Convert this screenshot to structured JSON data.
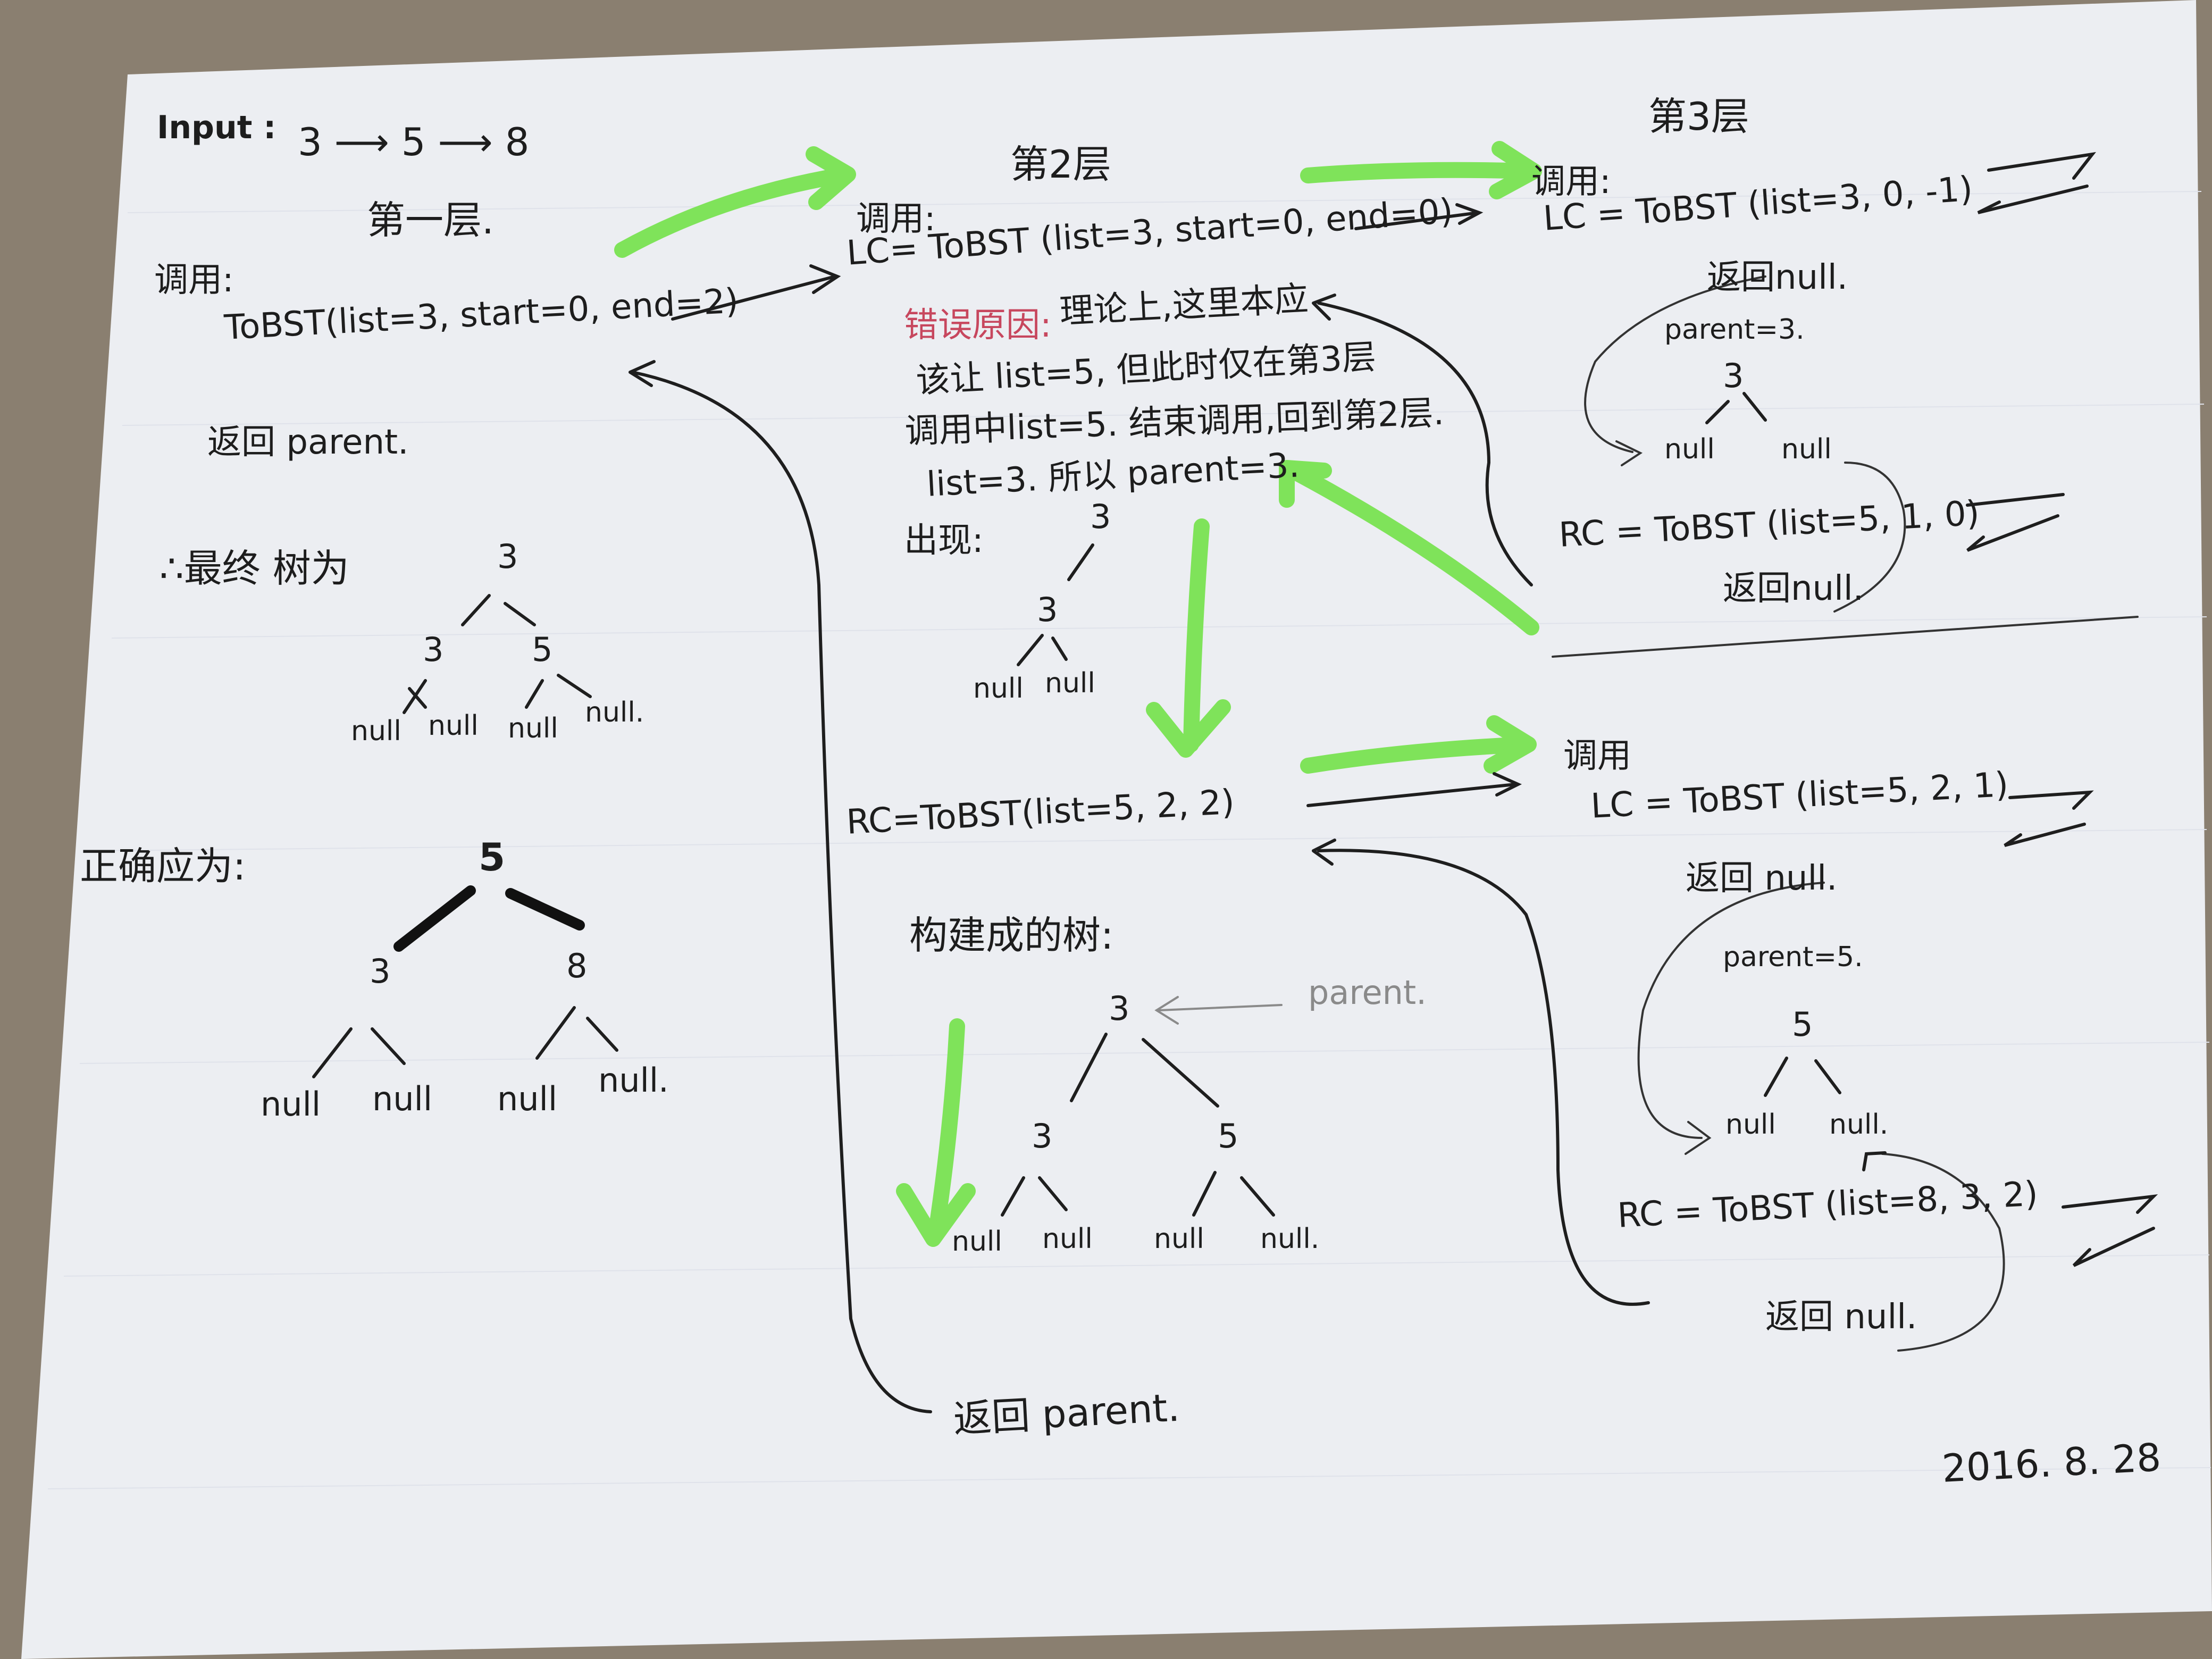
{
  "input": {
    "label": "Input :",
    "sequence": "3 ⟶ 5 ⟶ 8"
  },
  "layer1": {
    "title": "第一层.",
    "call_label": "调用:",
    "call": "ToBST(list=3, start=0, end=2)",
    "returns": "返回 parent.",
    "final_tree_label": "∴最终 树为",
    "final_tree": {
      "root": "3",
      "left": "3",
      "right": "5",
      "leaves": [
        "null",
        "null",
        "null",
        "null."
      ]
    },
    "correct_label": "正确应为:",
    "correct_tree": {
      "root": "5",
      "left": "3",
      "right": "8",
      "leaves": [
        "null",
        "null",
        "null",
        "null."
      ]
    }
  },
  "layer2": {
    "title": "第2层",
    "call_label": "调用:",
    "lc_call": "LC= ToBST (list=3, start=0, end=0)",
    "error_label": "错误原因:",
    "error_lines": [
      "理论上,这里本应",
      "该让 list=5, 但此时仅在第3层",
      "调用中list=5. 结束调用,回到第2层.",
      "list=3. 所以 parent=3."
    ],
    "appear_label": "出现:",
    "appear_tree": {
      "root": "3",
      "child": "3",
      "leaves": [
        "null",
        "null"
      ]
    },
    "rc_call": "RC=ToBST(list=5, 2, 2)",
    "built_label": "构建成的树:",
    "built_tree": {
      "root": "3",
      "left": "3",
      "right": "5",
      "leaves": [
        "null",
        "null",
        "null",
        "null."
      ]
    },
    "parent_note": "parent.",
    "returns": "返回 parent."
  },
  "layer3": {
    "title": "第3层",
    "top": {
      "call_label": "调用:",
      "lc_call": "LC = ToBST (list=3, 0, -1)",
      "lc_return": "返回null.",
      "parent": "parent=3.",
      "tree": {
        "root": "3",
        "leaves": [
          "null",
          "null"
        ]
      },
      "rc_call": "RC = ToBST (list=5, 1, 0)",
      "rc_return": "返回null."
    },
    "bottom": {
      "call_label": "调用",
      "lc_call": "LC = ToBST (list=5, 2, 1)",
      "lc_return": "返回 null.",
      "parent": "parent=5.",
      "tree": {
        "root": "5",
        "leaves": [
          "null",
          "null."
        ]
      },
      "rc_call": "RC = ToBST (list=8, 3, 2)",
      "rc_return": "返回 null."
    }
  },
  "date": "2016. 8. 28",
  "colors": {
    "paper": "#eceef2",
    "desk": "#8a7f70",
    "ink": "#1e1e1e",
    "highlight_arrow": "#7fe35a",
    "error_text": "#c7475e",
    "pencil": "#8a8a8a"
  }
}
